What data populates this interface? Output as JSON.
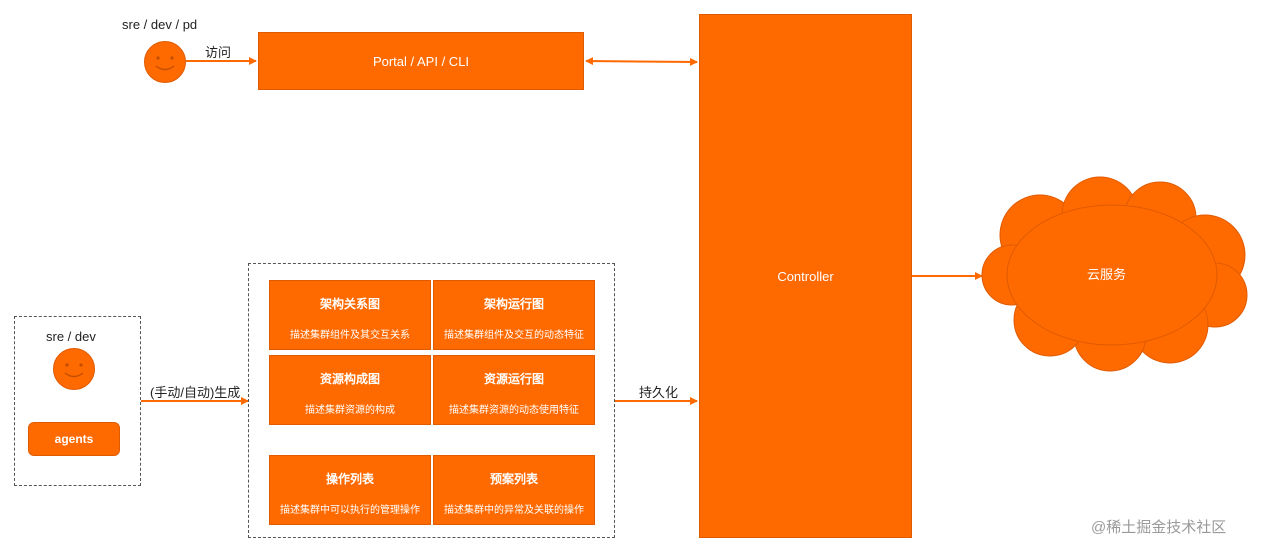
{
  "users_top": {
    "label": "sre / dev / pd",
    "edge_label": "访问"
  },
  "portal": {
    "label": "Portal / API / CLI"
  },
  "controller": {
    "label": "Controller"
  },
  "cloud": {
    "label": "云服务"
  },
  "left_group": {
    "label": "sre / dev",
    "agents_label": "agents"
  },
  "generate_edge": {
    "label": "(手动/自动)生成"
  },
  "persist_edge": {
    "label": "持久化"
  },
  "cards": [
    {
      "title": "架构关系图",
      "desc": "描述集群组件及其交互关系"
    },
    {
      "title": "架构运行图",
      "desc": "描述集群组件及交互的动态特征"
    },
    {
      "title": "资源构成图",
      "desc": "描述集群资源的构成"
    },
    {
      "title": "资源运行图",
      "desc": "描述集群资源的动态使用特征"
    },
    {
      "title": "操作列表",
      "desc": "描述集群中可以执行的管理操作"
    },
    {
      "title": "预案列表",
      "desc": "描述集群中的异常及关联的操作"
    }
  ],
  "watermark": "@稀土掘金技术社区",
  "colors": {
    "accent": "#ff6a00",
    "border": "#e05a00"
  }
}
